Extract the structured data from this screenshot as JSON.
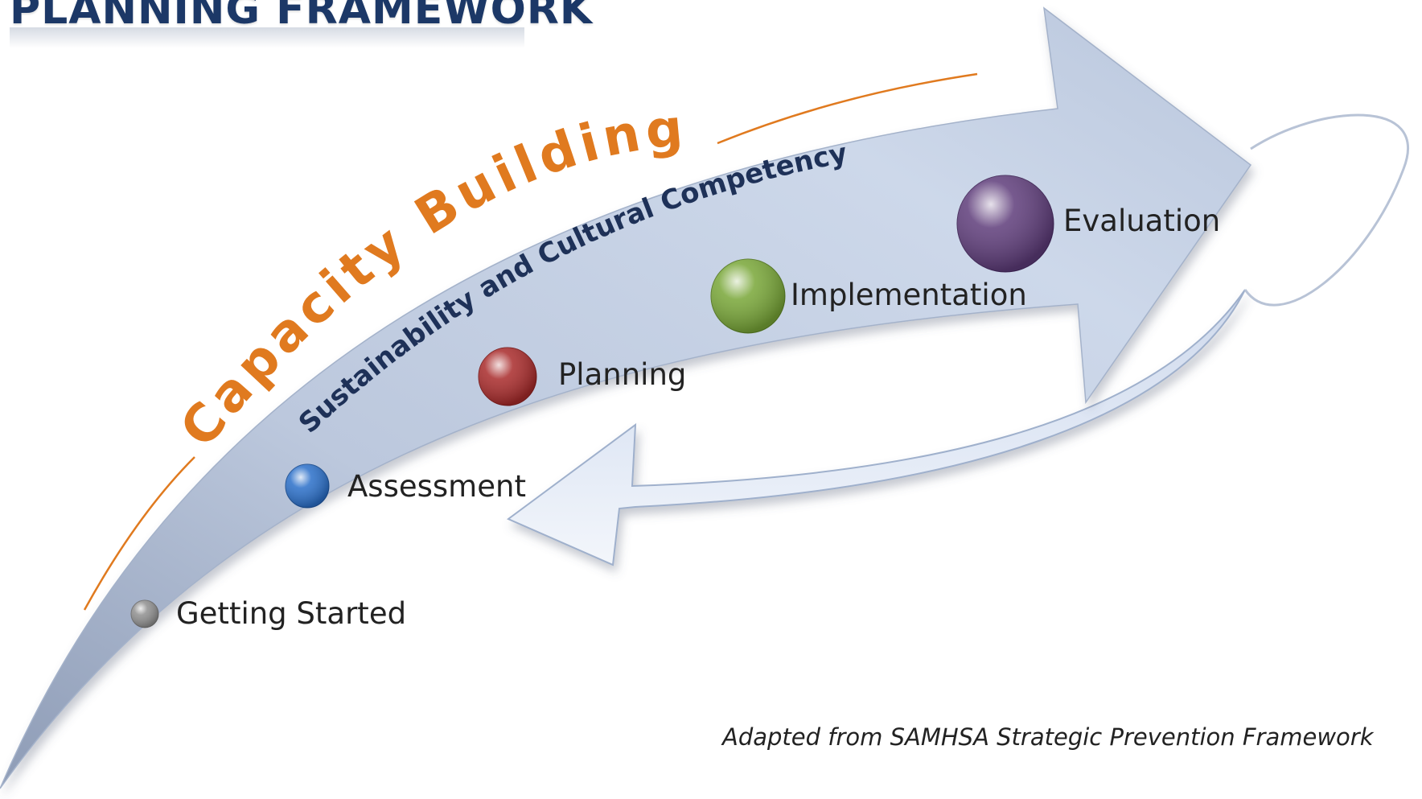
{
  "title": "PLANNING FRAMEWORK",
  "arc_labels": {
    "outer": "Capacity Building",
    "inner": "Sustainability and Cultural Competency"
  },
  "stages": [
    {
      "label": "Getting Started",
      "color": "#8f8f8f"
    },
    {
      "label": "Assessment",
      "color": "#2a6fc9"
    },
    {
      "label": "Planning",
      "color": "#a82a2a"
    },
    {
      "label": "Implementation",
      "color": "#78a637"
    },
    {
      "label": "Evaluation",
      "color": "#5e3c7a"
    }
  ],
  "credit": "Adapted from SAMHSA Strategic Prevention Framework",
  "colors": {
    "title": "#1c3867",
    "outer_arc_text": "#e07a1f",
    "inner_arc_text": "#1e3158",
    "arrow_fill": "#c5d1e6"
  }
}
